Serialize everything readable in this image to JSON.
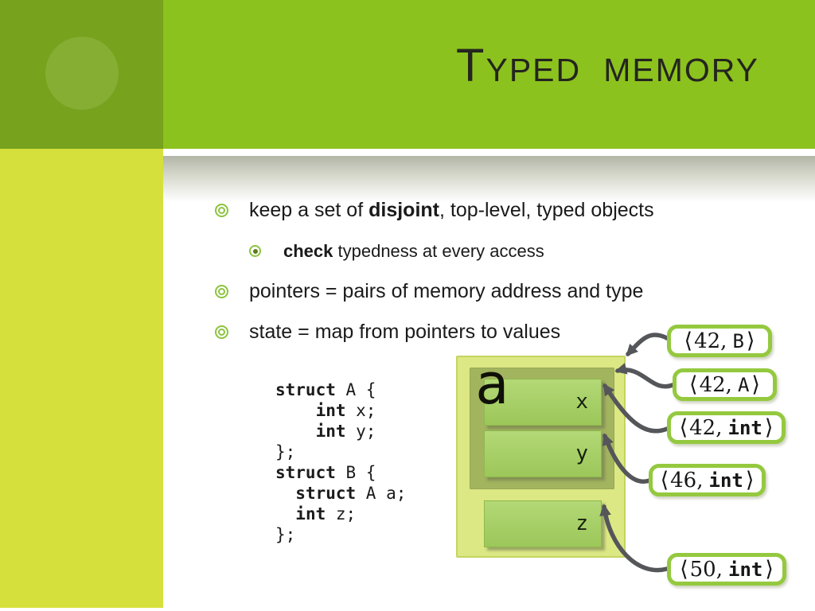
{
  "slide": {
    "title": "Typed memory",
    "bullets": {
      "b1": {
        "pre": "keep a set of ",
        "bold": "disjoint",
        "post": ", top-level, typed objects"
      },
      "b2": {
        "bold": "check",
        "post": " typedness at every access"
      },
      "b3": {
        "text": "pointers = pairs of memory address and type"
      },
      "b4": {
        "text": "state = map from pointers to values"
      }
    },
    "code": {
      "l1": {
        "pre": "",
        "kw": "struct",
        "rest": " A {"
      },
      "l2": {
        "pre": "    ",
        "kw": "int",
        "rest": " x;"
      },
      "l3": {
        "pre": "    ",
        "kw": "int",
        "rest": " y;"
      },
      "l4": {
        "pre": "",
        "kw": "",
        "rest": "};"
      },
      "l5": {
        "pre": "",
        "kw": "struct",
        "rest": " B {"
      },
      "l6": {
        "pre": "  ",
        "kw": "struct",
        "rest": " A a;"
      },
      "l7": {
        "pre": "  ",
        "kw": "int",
        "rest": " z;"
      },
      "l8": {
        "pre": "",
        "kw": "",
        "rest": "};"
      }
    },
    "diagram": {
      "object_label": "a",
      "field_x": "x",
      "field_y": "y",
      "field_z": "z",
      "callouts": {
        "c1": {
          "open": "⟨",
          "num": "42,",
          "type": "B",
          "close": "⟩"
        },
        "c2": {
          "open": "⟨",
          "num": "42,",
          "type": "A",
          "close": "⟩"
        },
        "c3": {
          "open": "⟨",
          "num": "42,",
          "type": "int",
          "close": "⟩"
        },
        "c4": {
          "open": "⟨",
          "num": "46,",
          "type": "int",
          "close": "⟩"
        },
        "c5": {
          "open": "⟨",
          "num": "50,",
          "type": "int",
          "close": "⟩"
        }
      }
    },
    "colors": {
      "header_green": "#8cc21e",
      "corner_green": "#76a21e",
      "sidebar_yellow": "#d5e03c",
      "callout_border": "#94c93f",
      "arrow_gray": "#55565a"
    }
  }
}
